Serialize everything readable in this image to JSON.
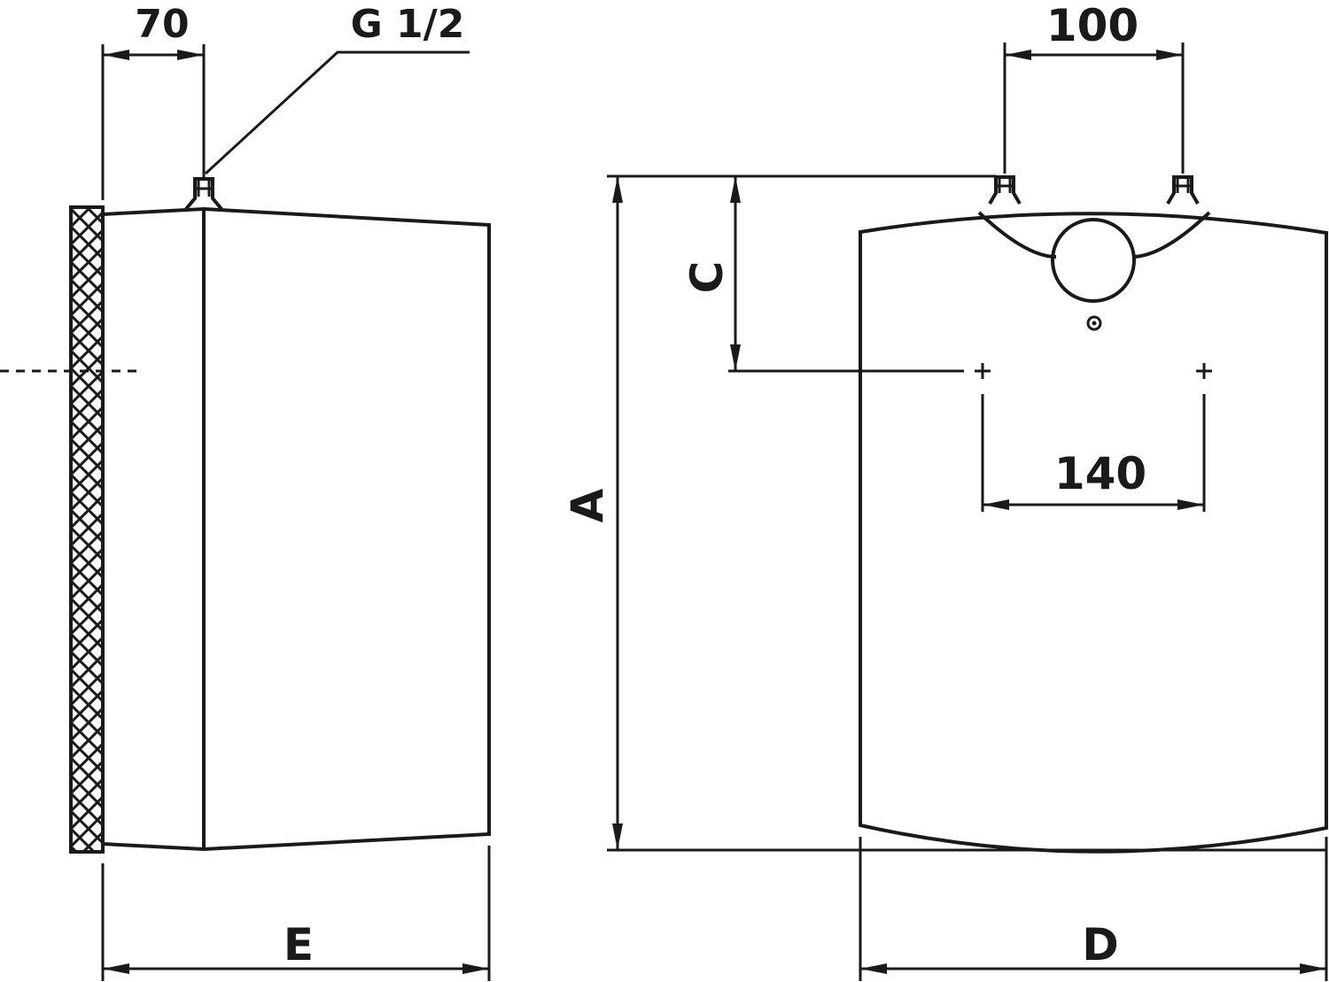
{
  "dimensions": {
    "offset_side": "70",
    "thread": "G 1/2",
    "pipe_spacing": "100",
    "mount_spacing": "140",
    "height": "A",
    "mount_height": "C",
    "width": "D",
    "depth": "E"
  },
  "colors": {
    "line": "#1a1a1a",
    "background": "#ffffff"
  }
}
